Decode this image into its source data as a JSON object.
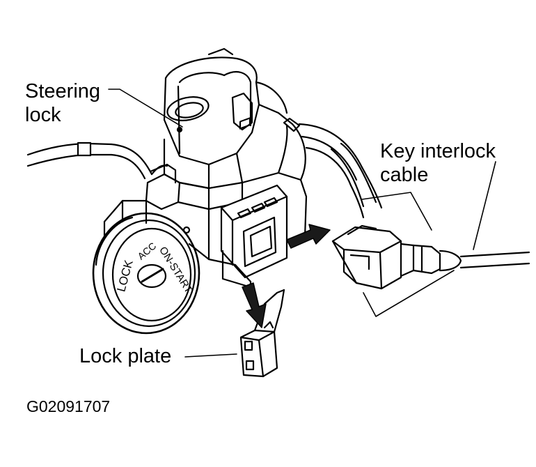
{
  "labels": {
    "steering_lock_line1": "Steering",
    "steering_lock_line2": "lock",
    "key_interlock_line1": "Key interlock",
    "key_interlock_line2": "cable",
    "lock_plate": "Lock plate",
    "figure_code": "G02091707"
  },
  "ignition_positions": {
    "lock": "LOCK",
    "acc": "ACC",
    "on_start": "ON-START"
  },
  "colors": {
    "ink": "#000000",
    "paper": "#ffffff",
    "arrow_fill": "#1a1a1a"
  }
}
